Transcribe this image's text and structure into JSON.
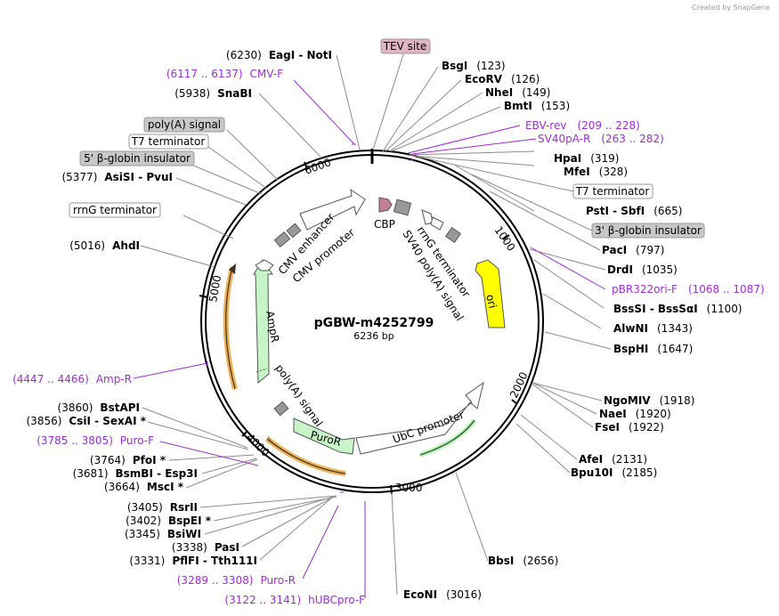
{
  "credit": "Created by SnapGene",
  "plasmid": {
    "name": "pGBW-m4252799",
    "size": "6236 bp"
  },
  "ticks": [
    "1000",
    "2000",
    "3000",
    "4000",
    "5000",
    "6000"
  ],
  "inner_features": {
    "cbp": "CBP",
    "cmv_enhancer": "CMV enhancer",
    "cmv_promoter": "CMV promoter",
    "rrng": "rrnG terminator",
    "sv40": "SV40 poly(A) signal",
    "ori": "ori",
    "ampr": "AmpR",
    "polya": "poly(A) signal",
    "puror": "PuroR",
    "ubc": "UbC promoter"
  },
  "boxed_labels": {
    "tev": "TEV site",
    "polya_signal": "poly(A) signal",
    "t7_left": "T7 terminator",
    "bglobin_left": "5' β-globin insulator",
    "rrng_left": "rrnG terminator",
    "t7_right": "T7 terminator",
    "bglobin_right": "3' β-globin insulator"
  },
  "enzymes_right": [
    {
      "name": "BsgI",
      "pos": "(123)"
    },
    {
      "name": "EcoRV",
      "pos": "(126)"
    },
    {
      "name": "NheI",
      "pos": "(149)"
    },
    {
      "name": "BmtI",
      "pos": "(153)"
    },
    {
      "name": "HpaI",
      "pos": "(319)"
    },
    {
      "name": "MfeI",
      "pos": "(328)"
    },
    {
      "name": "PstI  -  SbfI",
      "pos": "(665)"
    },
    {
      "name": "PacI",
      "pos": "(797)"
    },
    {
      "name": "DrdI",
      "pos": "(1035)"
    },
    {
      "name": "BssSI  -  BssSαI",
      "pos": "(1100)"
    },
    {
      "name": "AlwNI",
      "pos": "(1343)"
    },
    {
      "name": "BspHI",
      "pos": "(1647)"
    },
    {
      "name": "NgoMIV",
      "pos": "(1918)"
    },
    {
      "name": "NaeI",
      "pos": "(1920)"
    },
    {
      "name": "FseI",
      "pos": "(1922)"
    },
    {
      "name": "AfeI",
      "pos": "(2131)"
    },
    {
      "name": "Bpu10I",
      "pos": "(2185)"
    },
    {
      "name": "BbsI",
      "pos": "(2656)"
    },
    {
      "name": "EcoNI",
      "pos": "(3016)"
    }
  ],
  "enzymes_left": [
    {
      "pos": "(6230)",
      "name": "EagI  -  NotI"
    },
    {
      "pos": "(5938)",
      "name": "SnaBI"
    },
    {
      "pos": "(5377)",
      "name": "AsiSI  -  PvuI"
    },
    {
      "pos": "(5016)",
      "name": "AhdI"
    },
    {
      "pos": "(3860)",
      "name": "BstAPI"
    },
    {
      "pos": "(3856)",
      "name": "CsiI  -  SexAI *"
    },
    {
      "pos": "(3764)",
      "name": "PfoI *"
    },
    {
      "pos": "(3681)",
      "name": "BsmBI  -  Esp3I"
    },
    {
      "pos": "(3664)",
      "name": "MscI *"
    },
    {
      "pos": "(3405)",
      "name": "RsrII"
    },
    {
      "pos": "(3402)",
      "name": "BspEI *"
    },
    {
      "pos": "(3345)",
      "name": "BsiWI"
    },
    {
      "pos": "(3338)",
      "name": "PasI"
    },
    {
      "pos": "(3331)",
      "name": "PflFI  -  Tth111I"
    }
  ],
  "primers": [
    {
      "name": "CMV-F",
      "range": "(6117 .. 6137)"
    },
    {
      "name": "EBV-rev",
      "range": "(209 .. 228)"
    },
    {
      "name": "SV40pA-R",
      "range": "(263 .. 282)"
    },
    {
      "name": "pBR322ori-F",
      "range": "(1068 .. 1087)"
    },
    {
      "name": "Amp-R",
      "range": "(4447 .. 4466)"
    },
    {
      "name": "Puro-F",
      "range": "(3785 .. 3805)"
    },
    {
      "name": "Puro-R",
      "range": "(3289 .. 3308)"
    },
    {
      "name": "hUBCpro-F",
      "range": "(3122 .. 3141)"
    }
  ],
  "colors": {
    "primer": "#9b2fd0",
    "ori": "#ffff00",
    "green_feature": "#c8f5c8",
    "orf_highlight": "#f0b050",
    "tev_box": "#e0b4c4",
    "grey_box": "#c8c8c8"
  }
}
